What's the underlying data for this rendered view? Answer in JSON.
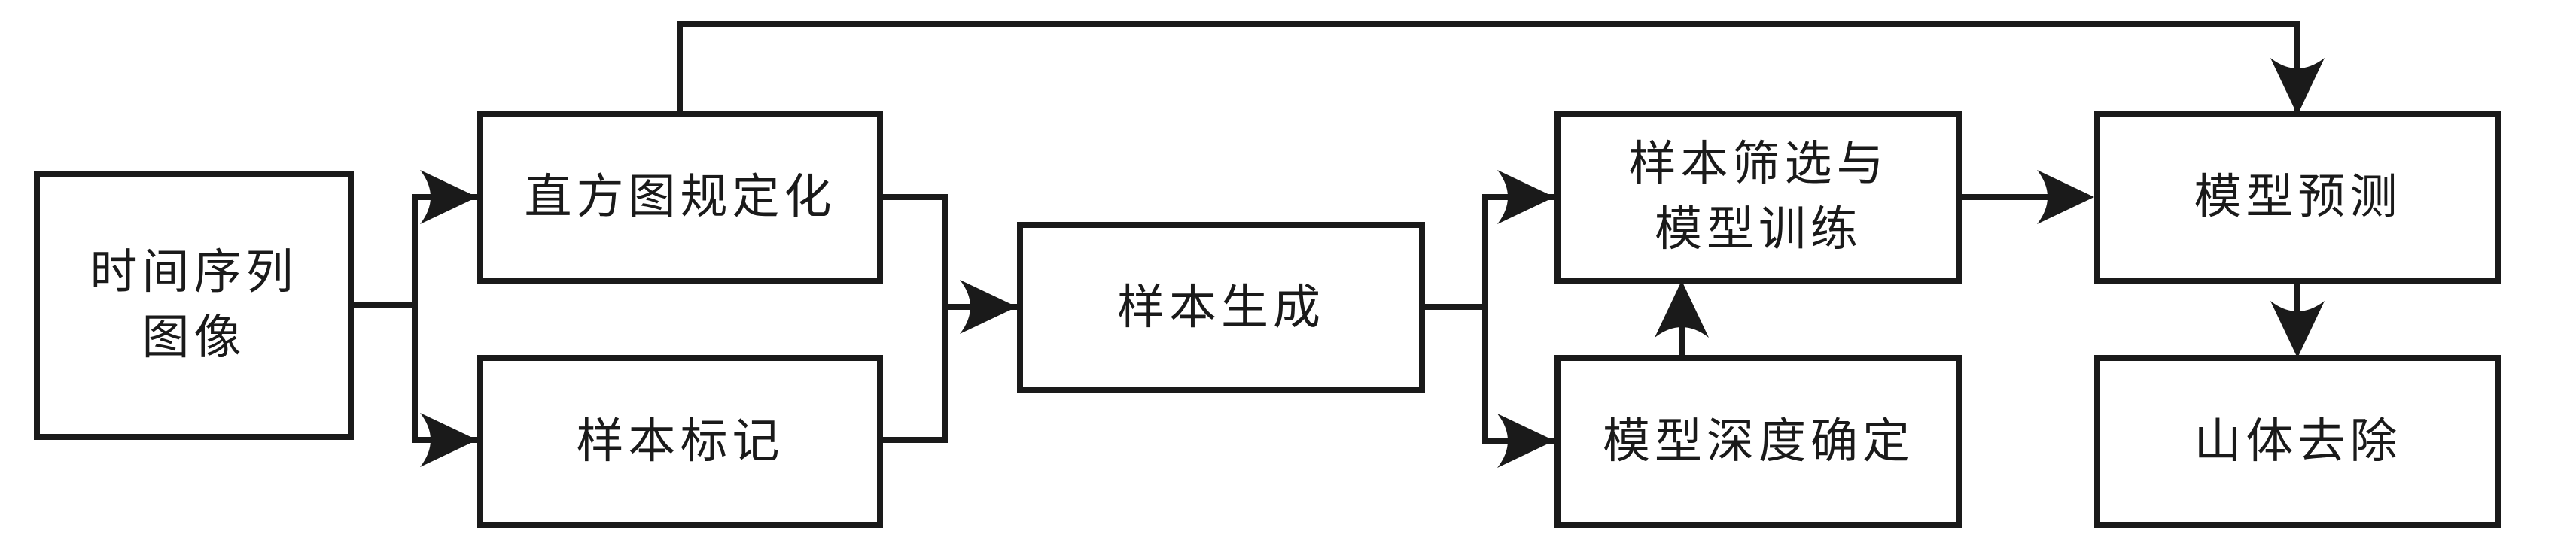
{
  "diagram": {
    "title": "flowchart",
    "background_color": "#ffffff",
    "line_color": "#1a1a1a",
    "nodes": [
      {
        "id": "time-series-image",
        "lines": [
          "时间序列",
          "图像"
        ]
      },
      {
        "id": "histogram-specification",
        "lines": [
          "直方图规定化"
        ]
      },
      {
        "id": "sample-labeling",
        "lines": [
          "样本标记"
        ]
      },
      {
        "id": "sample-generation",
        "lines": [
          "样本生成"
        ]
      },
      {
        "id": "sample-screening-model-training",
        "lines": [
          "样本筛选与",
          "模型训练"
        ]
      },
      {
        "id": "model-depth-determination",
        "lines": [
          "模型深度确定"
        ]
      },
      {
        "id": "model-prediction",
        "lines": [
          "模型预测"
        ]
      },
      {
        "id": "mountain-removal",
        "lines": [
          "山体去除"
        ]
      }
    ],
    "edges": [
      {
        "from": "时间序列图像",
        "to": "直方图规定化"
      },
      {
        "from": "时间序列图像",
        "to": "样本标记"
      },
      {
        "from": "直方图规定化",
        "to": "样本生成"
      },
      {
        "from": "样本标记",
        "to": "样本生成"
      },
      {
        "from": "直方图规定化",
        "to": "模型预测"
      },
      {
        "from": "样本生成",
        "to": "样本筛选与模型训练"
      },
      {
        "from": "样本生成",
        "to": "模型深度确定"
      },
      {
        "from": "模型深度确定",
        "to": "样本筛选与模型训练"
      },
      {
        "from": "样本筛选与模型训练",
        "to": "模型预测"
      },
      {
        "from": "模型预测",
        "to": "山体去除"
      }
    ]
  }
}
